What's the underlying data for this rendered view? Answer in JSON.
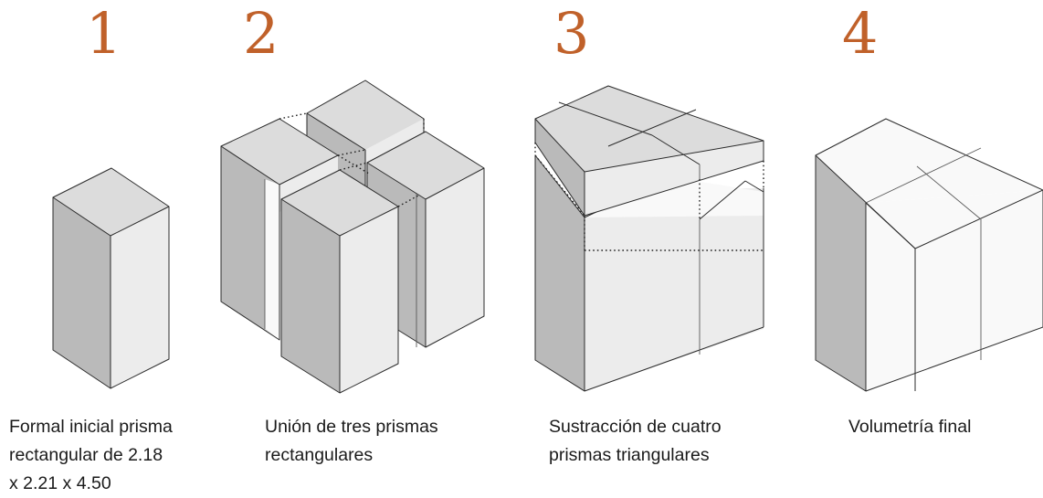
{
  "steps": [
    {
      "number": "1",
      "caption_lines": [
        "Formal inicial prisma",
        "rectangular de 2.18",
        "x 2.21 x 4.50"
      ]
    },
    {
      "number": "2",
      "caption_lines": [
        "Unión de tres prismas",
        "rectangulares"
      ]
    },
    {
      "number": "3",
      "caption_lines": [
        "Sustracción de cuatro",
        "prismas triangulares"
      ]
    },
    {
      "number": "4",
      "caption_lines": [
        "Volumetría final"
      ]
    }
  ],
  "colors": {
    "number_accent": "#c0612a",
    "face_top": "#dcdcdc",
    "face_left": "#bababa",
    "face_right": "#ececec",
    "edge": "#2b2b2b"
  }
}
